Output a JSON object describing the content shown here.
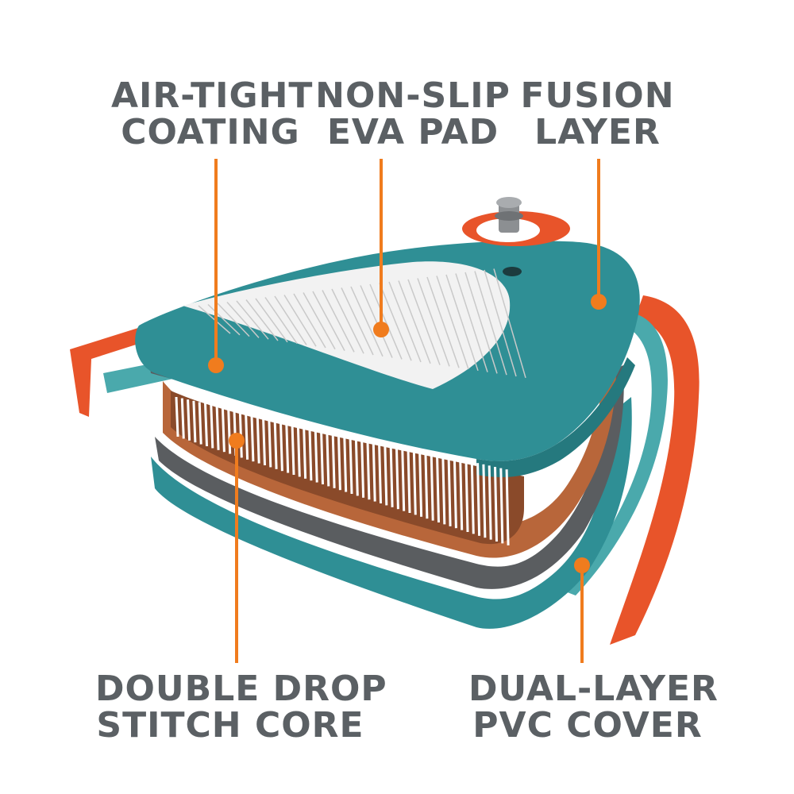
{
  "labels": {
    "air_tight": {
      "line1": "AIR-TIGHT",
      "line2": "COATING"
    },
    "non_slip": {
      "line1": "NON-SLIP",
      "line2": "EVA PAD"
    },
    "fusion": {
      "line1": "FUSION",
      "line2": "LAYER"
    },
    "core": {
      "line1": "DOUBLE DROP",
      "line2": "STITCH CORE"
    },
    "pvc": {
      "line1": "DUAL-LAYER",
      "line2": "PVC COVER"
    }
  },
  "colors": {
    "text": "#5b6064",
    "leader": "#f07c1e",
    "teal": "#2f8f95",
    "teal_light": "#4aa9ac",
    "orange": "#e8542a",
    "gray": "#5a5d60",
    "brown": "#b8663a",
    "pad": "#f2f2f2"
  }
}
